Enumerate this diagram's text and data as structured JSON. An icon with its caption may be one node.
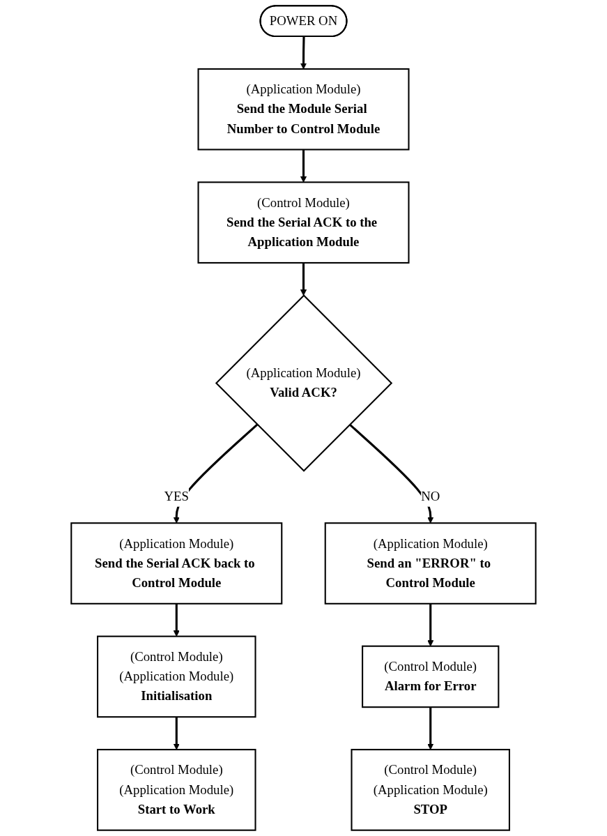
{
  "diagram": {
    "nodes": [
      {
        "text": [
          "POWER ON"
        ]
      },
      {
        "text": [
          "(Application Module)",
          "Send the Module Serial Number to Control Module"
        ]
      },
      {
        "text": [
          "(Control Module)",
          "Send the Serial ACK to the Application Module"
        ]
      },
      {
        "text": [
          "(Application Module)",
          "Valid ACK?"
        ]
      },
      {
        "text": [
          "(Application Module)",
          "Send the Serial ACK back to Control Module"
        ]
      },
      {
        "text": [
          "(Control Module)",
          "(Application Module)",
          "Initialisation"
        ]
      },
      {
        "text": [
          "(Control Module)",
          "(Application Module)",
          "Start to Work"
        ]
      },
      {
        "text": [
          "(Application Module)",
          "Send an \"ERROR\" to Control Module"
        ]
      },
      {
        "text": [
          "(Control Module)",
          "Alarm for Error"
        ]
      },
      {
        "text": [
          "(Control Module)",
          "(Application Module)",
          "STOP"
        ]
      }
    ],
    "edges": [
      {
        "from": 0,
        "to": 1,
        "arrow": "to"
      },
      {
        "from": 1,
        "to": 2,
        "arrow": "to"
      },
      {
        "from": 2,
        "to": 3,
        "arrow": "to"
      },
      {
        "from": 3,
        "to": 4,
        "arrow": "to",
        "label": "YES"
      },
      {
        "from": 4,
        "to": 5,
        "arrow": "to"
      },
      {
        "from": 5,
        "to": 6,
        "arrow": "to"
      },
      {
        "from": 3,
        "to": 7,
        "arrow": "to",
        "label": "NO"
      },
      {
        "from": 7,
        "to": 8,
        "arrow": "to"
      },
      {
        "from": 8,
        "to": 9,
        "arrow": "to"
      }
    ]
  }
}
